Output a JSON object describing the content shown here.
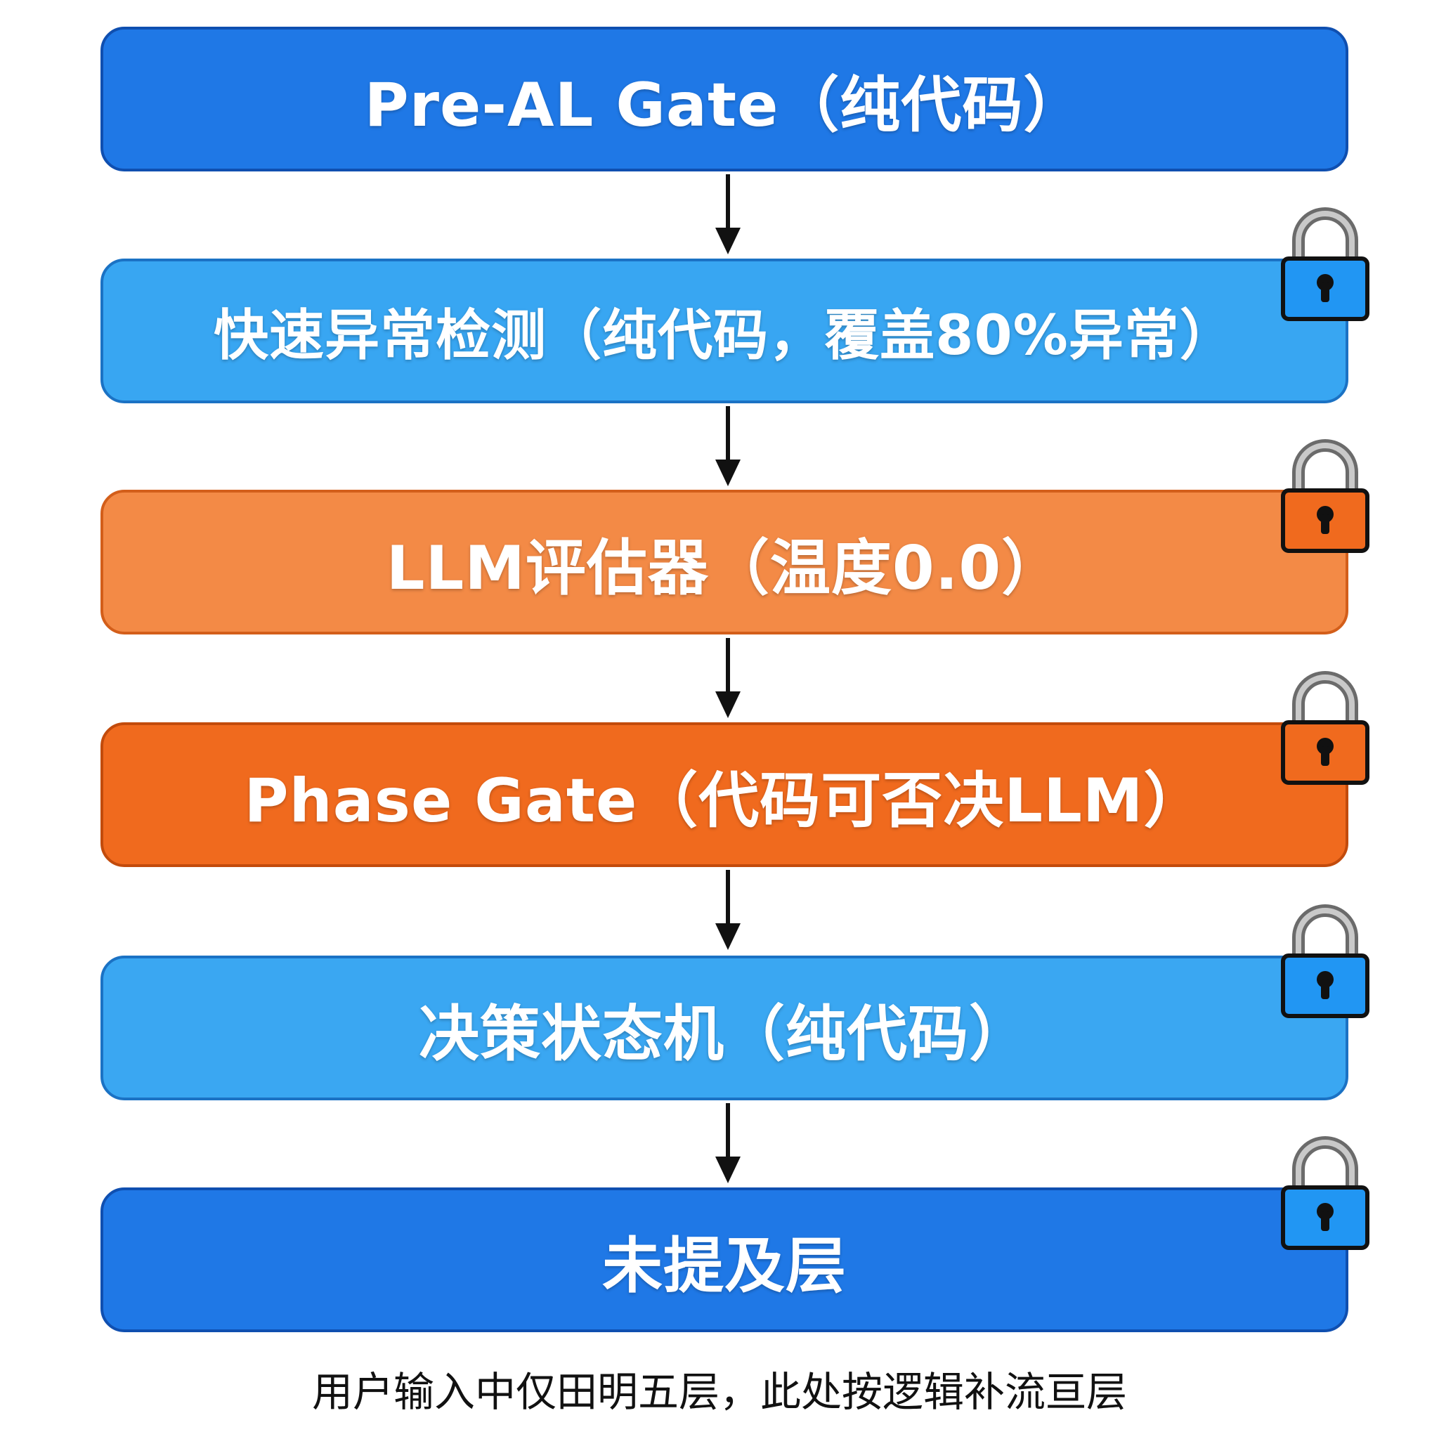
{
  "layers": [
    {
      "label": "Pre-AL Gate（纯代码）",
      "fill": "#1f78e6",
      "border": "#0f4fb0",
      "locked": false
    },
    {
      "label": "快速异常检测（纯代码，覆盖80%异常）",
      "fill": "#38a6f2",
      "border": "#1b72c4",
      "locked": true,
      "lock_color": "#2196f3"
    },
    {
      "label": "LLM评估器（温度0.0）",
      "fill": "#f38a46",
      "border": "#d35e1a",
      "locked": true,
      "lock_color": "#f06a1e"
    },
    {
      "label": "Phase Gate（代码可否决LLM）",
      "fill": "#f06a1e",
      "border": "#c24b0c",
      "locked": true,
      "lock_color": "#f06a1e"
    },
    {
      "label": "决策状态机（纯代码）",
      "fill": "#3aa7f2",
      "border": "#1b72c4",
      "locked": true,
      "lock_color": "#2196f3"
    },
    {
      "label": "未提及层",
      "fill": "#1f78e6",
      "border": "#0f4fb0",
      "locked": true,
      "lock_color": "#2196f3"
    }
  ],
  "caption": "用户输入中仅田明五层，此处按逻辑补流亘层"
}
